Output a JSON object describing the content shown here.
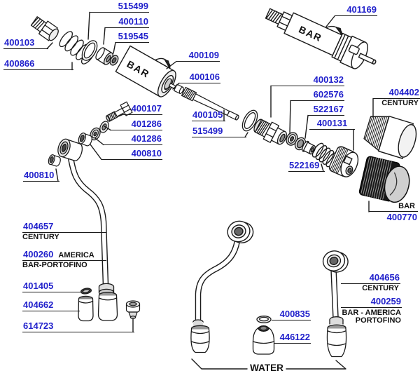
{
  "colors": {
    "label_blue": "#2222cc",
    "line": "#1a1a1a"
  },
  "parts": {
    "p515499_top": "515499",
    "p400110": "400110",
    "p519545": "519545",
    "p400103": "400103",
    "p400866": "400866",
    "p401169": "401169",
    "p400109": "400109",
    "p400106": "400106",
    "p400105": "400105",
    "p515499_mid": "515499",
    "p400132": "400132",
    "p602576": "602576",
    "p522167": "522167",
    "p400131": "400131",
    "p522169": "522169",
    "p404402": "404402",
    "p400770": "400770",
    "p400107": "400107",
    "p401286_1": "401286",
    "p401286_2": "401286",
    "p400810_1": "400810",
    "p400810_2": "400810",
    "p404657": "404657",
    "p400260": "400260",
    "p401405": "401405",
    "p404662": "404662",
    "p614723": "614723",
    "p400835": "400835",
    "p446122": "446122",
    "p404656": "404656",
    "p400259": "400259"
  },
  "texts": {
    "century": "CENTURY",
    "america": "AMERICA",
    "bar_portofino": "BAR-PORTOFINO",
    "bar_america": "BAR - AMERICA",
    "portofino": "PORTOFINO",
    "water": "WATER",
    "bar": "BAR"
  }
}
